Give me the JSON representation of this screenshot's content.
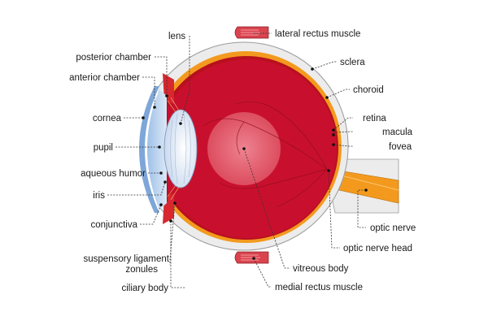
{
  "labels": {
    "lens": "lens",
    "lateral_rectus": "lateral rectus muscle",
    "posterior_chamber": "posterior chamber",
    "sclera": "sclera",
    "anterior_chamber": "anterior chamber",
    "choroid": "choroid",
    "cornea": "cornea",
    "retina": "retina",
    "macula": "macula",
    "pupil": "pupil",
    "fovea": "fovea",
    "aqueous_humor": "aqueous humor",
    "iris": "iris",
    "conjunctiva": "conjunctiva",
    "optic_nerve": "optic nerve",
    "optic_nerve_head": "optic nerve head",
    "suspensory_ligament": "suspensory ligament",
    "zonules": "zonules",
    "vitreous_body": "vitreous body",
    "ciliary_body": "ciliary body",
    "medial_rectus": "medial rectus muscle"
  },
  "colors": {
    "sclera": "#ececec",
    "choroid": "#f39a1e",
    "vitreous": "#c8102e",
    "macula": "#e26a78",
    "cornea": "#b9d3f1",
    "lens": "#d9e6f5",
    "iris": "#9a1a22",
    "muscle": "#d9444e",
    "optic_nerve": "#f39a1e"
  }
}
